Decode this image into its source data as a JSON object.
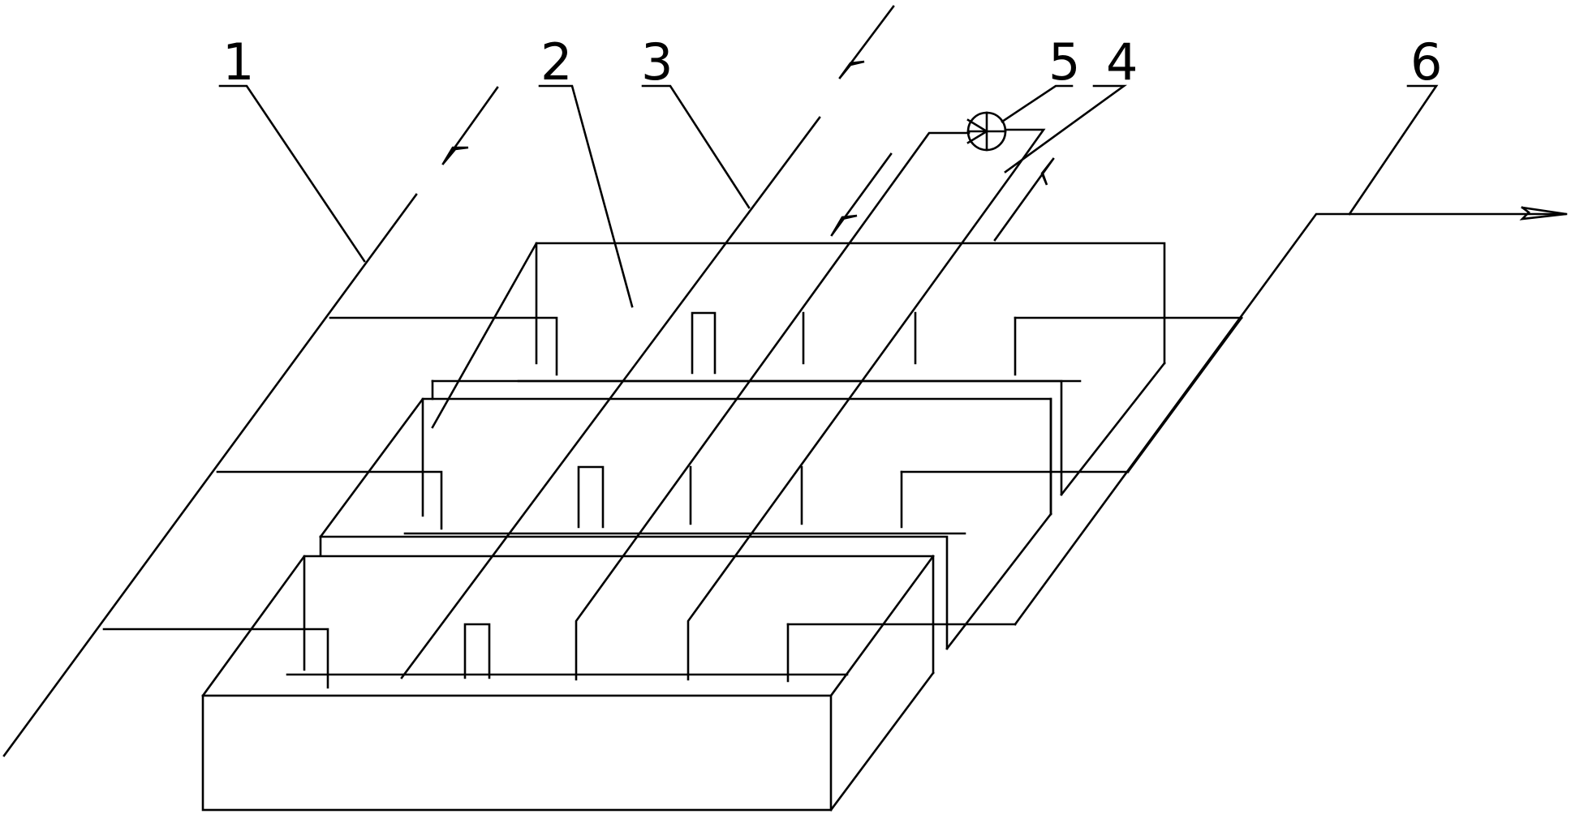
{
  "diagram": {
    "labels": {
      "l1": "1",
      "l2": "2",
      "l3": "3",
      "l4": "4",
      "l5": "5",
      "l6": "6"
    },
    "colors": {
      "line": "#000000",
      "background": "#ffffff"
    },
    "components": [
      {
        "id": "1",
        "kind": "main-pipe-left"
      },
      {
        "id": "2",
        "kind": "tank"
      },
      {
        "id": "3",
        "kind": "pipe"
      },
      {
        "id": "4",
        "kind": "pipe"
      },
      {
        "id": "5",
        "kind": "pump-symbol"
      },
      {
        "id": "6",
        "kind": "outlet-pipe"
      }
    ],
    "tank_count": 3
  }
}
